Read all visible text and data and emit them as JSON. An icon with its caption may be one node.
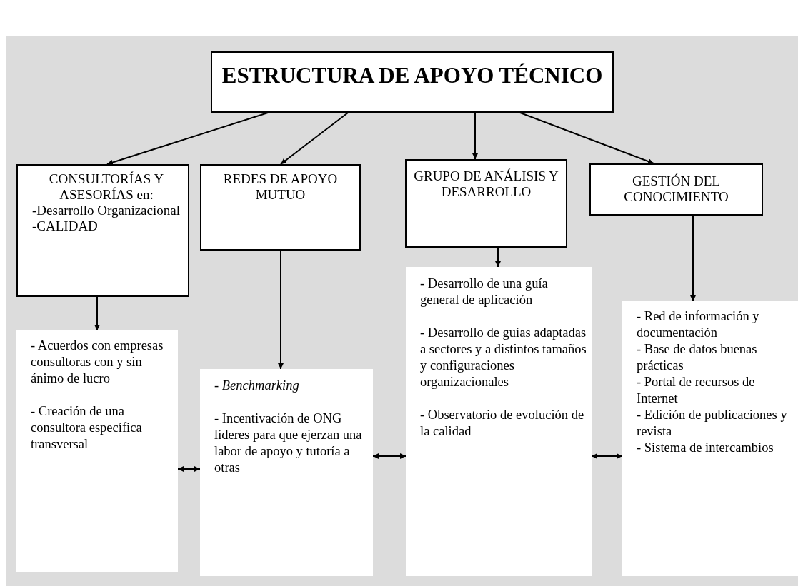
{
  "diagram": {
    "nodes": [
      {
        "text": [
          "ESTRUCTURA DE APOYO TÉCNICO"
        ]
      },
      {
        "text": [
          "CONSULTORÍAS Y ASESORÍAS en:",
          "-Desarrollo Organizacional",
          "-CALIDAD"
        ]
      },
      {
        "text": [
          "REDES DE APOYO MUTUO"
        ]
      },
      {
        "text": [
          "GRUPO DE ANÁLISIS Y DESARROLLO"
        ]
      },
      {
        "text": [
          "GESTIÓN DEL CONOCIMIENTO"
        ]
      },
      {
        "text": [
          "- Acuerdos con empresas consultoras con y sin ánimo de lucro",
          "- Creación de una consultora específica transversal"
        ]
      },
      {
        "text": [
          "- *Benchmarking*",
          "- Incentivación de ONG líderes para que ejerzan una labor de apoyo y tutoría a otras"
        ]
      },
      {
        "text": [
          "- Desarrollo de una guía general de aplicación",
          "- Desarrollo de guías adaptadas a sectores y a distintos tamaños y configuraciones organizacionales",
          "- Observatorio de evolución de la calidad"
        ]
      },
      {
        "text": [
          "- Red de información y documentación",
          "- Base de datos buenas prácticas",
          "- Portal de recursos de Internet",
          "- Edición de publicaciones y revista",
          "- Sistema de intercambios"
        ]
      }
    ],
    "edges": [
      {
        "from": 0,
        "to": 1,
        "arrow": "to"
      },
      {
        "from": 0,
        "to": 2,
        "arrow": "to"
      },
      {
        "from": 0,
        "to": 3,
        "arrow": "to"
      },
      {
        "from": 0,
        "to": 4,
        "arrow": "to"
      },
      {
        "from": 1,
        "to": 5,
        "arrow": "to"
      },
      {
        "from": 2,
        "to": 6,
        "arrow": "to"
      },
      {
        "from": 3,
        "to": 7,
        "arrow": "to"
      },
      {
        "from": 4,
        "to": 8,
        "arrow": "to"
      },
      {
        "from": 5,
        "to": 6,
        "arrow": "both"
      },
      {
        "from": 6,
        "to": 7,
        "arrow": "both"
      },
      {
        "from": 7,
        "to": 8,
        "arrow": "both"
      }
    ]
  }
}
